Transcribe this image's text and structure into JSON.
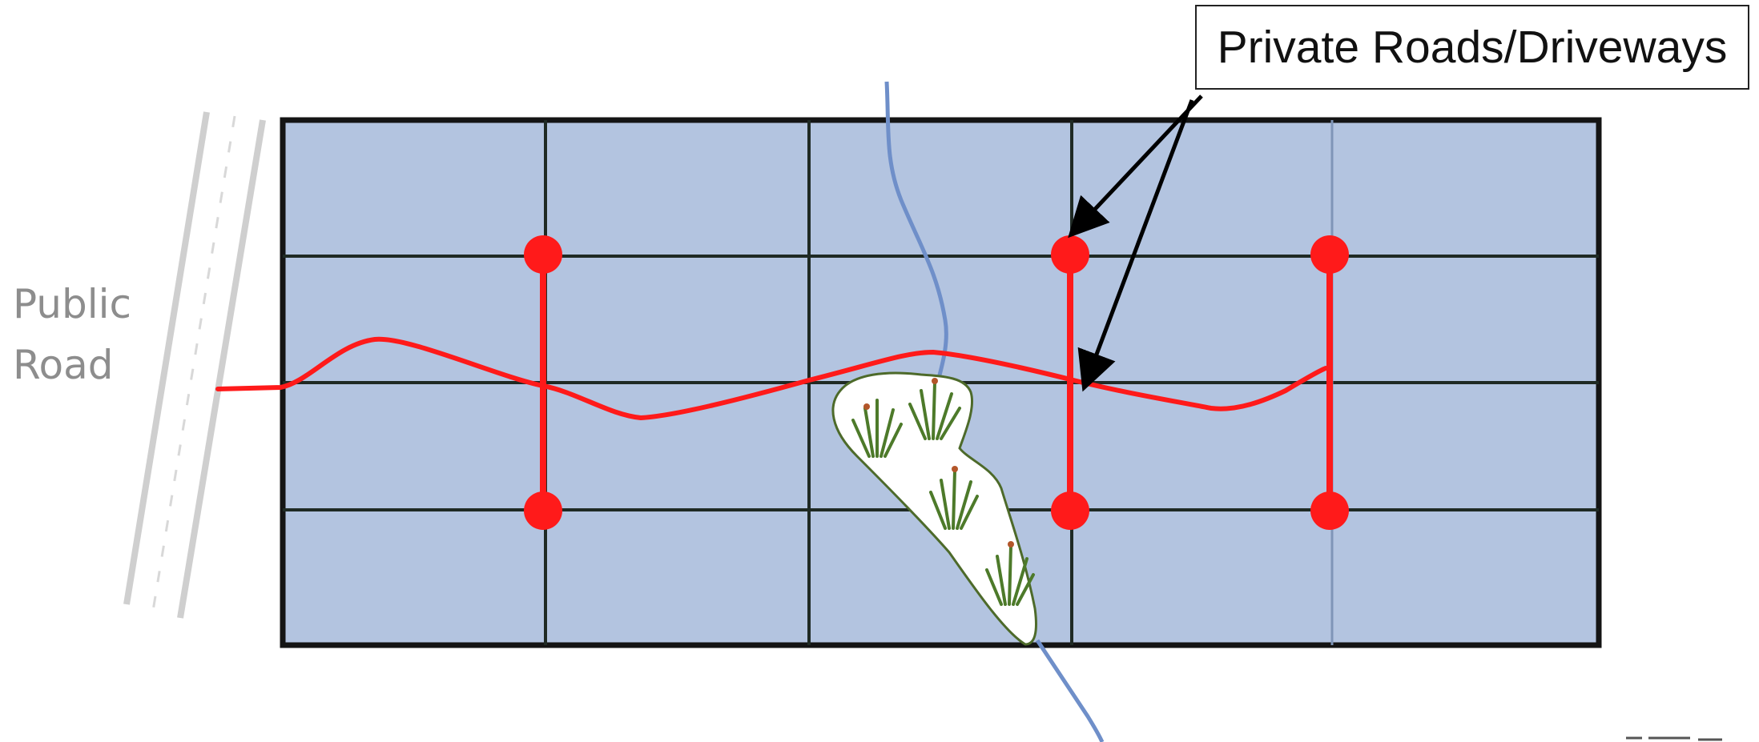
{
  "labels": {
    "public_road_line1": "Public",
    "public_road_line2": "Road",
    "callout": "Private Roads/Driveways"
  },
  "colors": {
    "parcel_fill": "#b3c4e0",
    "parcel_outline": "#141414",
    "grid_lines": "#1f2a24",
    "driveway": "#ff1a1a",
    "stream": "#6f8fc9",
    "public_road": "#c8c8c8",
    "wetland_fill": "#ffffff",
    "wetland_grass": "#4d7a2a"
  },
  "icons": {
    "wetland": "wetland-grass-icon"
  }
}
